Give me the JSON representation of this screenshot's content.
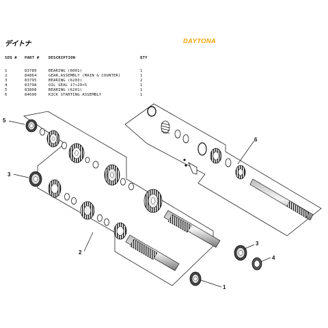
{
  "brand": {
    "jp_logo": "デイトナ",
    "name": "DAYTONA"
  },
  "table": {
    "headers": {
      "seq": "SEQ #",
      "part": "PART #",
      "description": "DESCRIPTION",
      "qty": "QTY"
    },
    "rows": [
      {
        "seq": "1",
        "part": "83780",
        "description": "BEARING (6001)",
        "qty": "1"
      },
      {
        "seq": "2",
        "part": "84864",
        "description": "GEAR,ASSEMBLY (MAIN & COUNTER)",
        "qty": "1"
      },
      {
        "seq": "3",
        "part": "83795",
        "description": "BEARING (6203)",
        "qty": "2"
      },
      {
        "seq": "4",
        "part": "83798",
        "description": "OIL SEAL 17×29×5",
        "qty": "1"
      },
      {
        "seq": "5",
        "part": "83808",
        "description": "BEARING (6201)",
        "qty": "1"
      },
      {
        "seq": "6",
        "part": "84690",
        "description": "KICK STARTING ASSEMBLY",
        "qty": "1"
      }
    ]
  },
  "callouts": [
    "1",
    "2",
    "3",
    "3",
    "4",
    "5",
    "6"
  ],
  "colors": {
    "brand": "#f2a20c",
    "ink": "#111111"
  }
}
